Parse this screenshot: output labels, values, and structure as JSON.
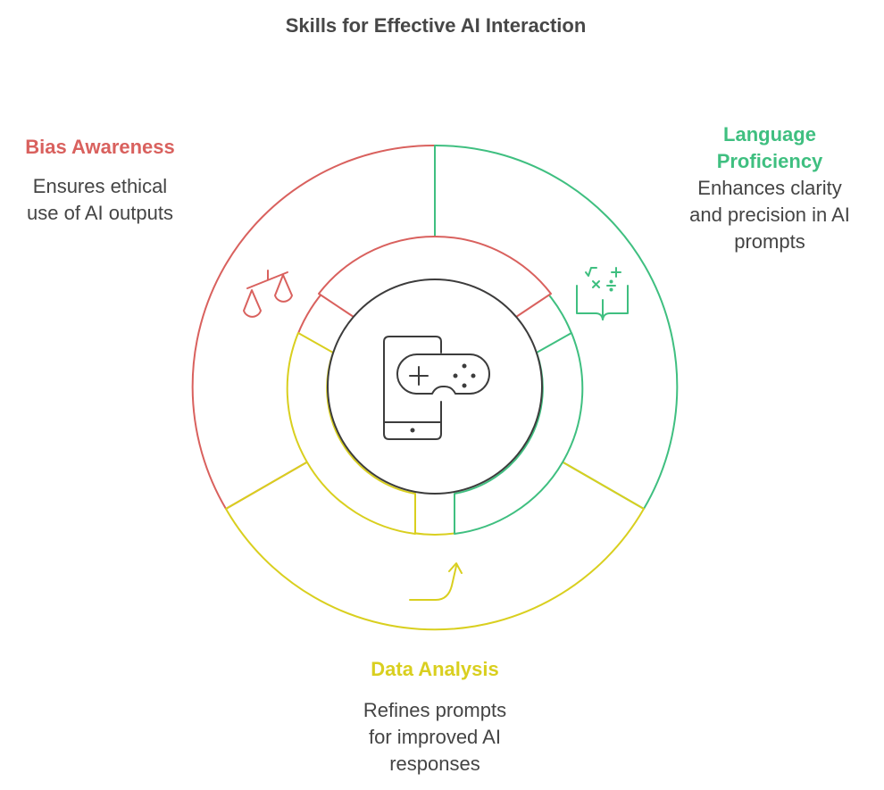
{
  "title": "Skills for Effective AI Interaction",
  "colors": {
    "bias": "#D9615E",
    "language": "#3FBF80",
    "data": "#D9CF1F",
    "center": "#3C3C3C",
    "text": "#444444"
  },
  "skills": [
    {
      "key": "bias",
      "title": "Bias Awareness",
      "description": "Ensures ethical\nuse of AI outputs",
      "icon": "scales-icon"
    },
    {
      "key": "language",
      "title": "Language\nProficiency",
      "description": "Enhances clarity\nand precision in AI\nprompts",
      "icon": "book-math-icon"
    },
    {
      "key": "data",
      "title": "Data Analysis",
      "description": "Refines prompts\nfor improved AI\nresponses",
      "icon": "trend-arrow-icon"
    }
  ],
  "center_icon": "phone-gamepad-icon"
}
